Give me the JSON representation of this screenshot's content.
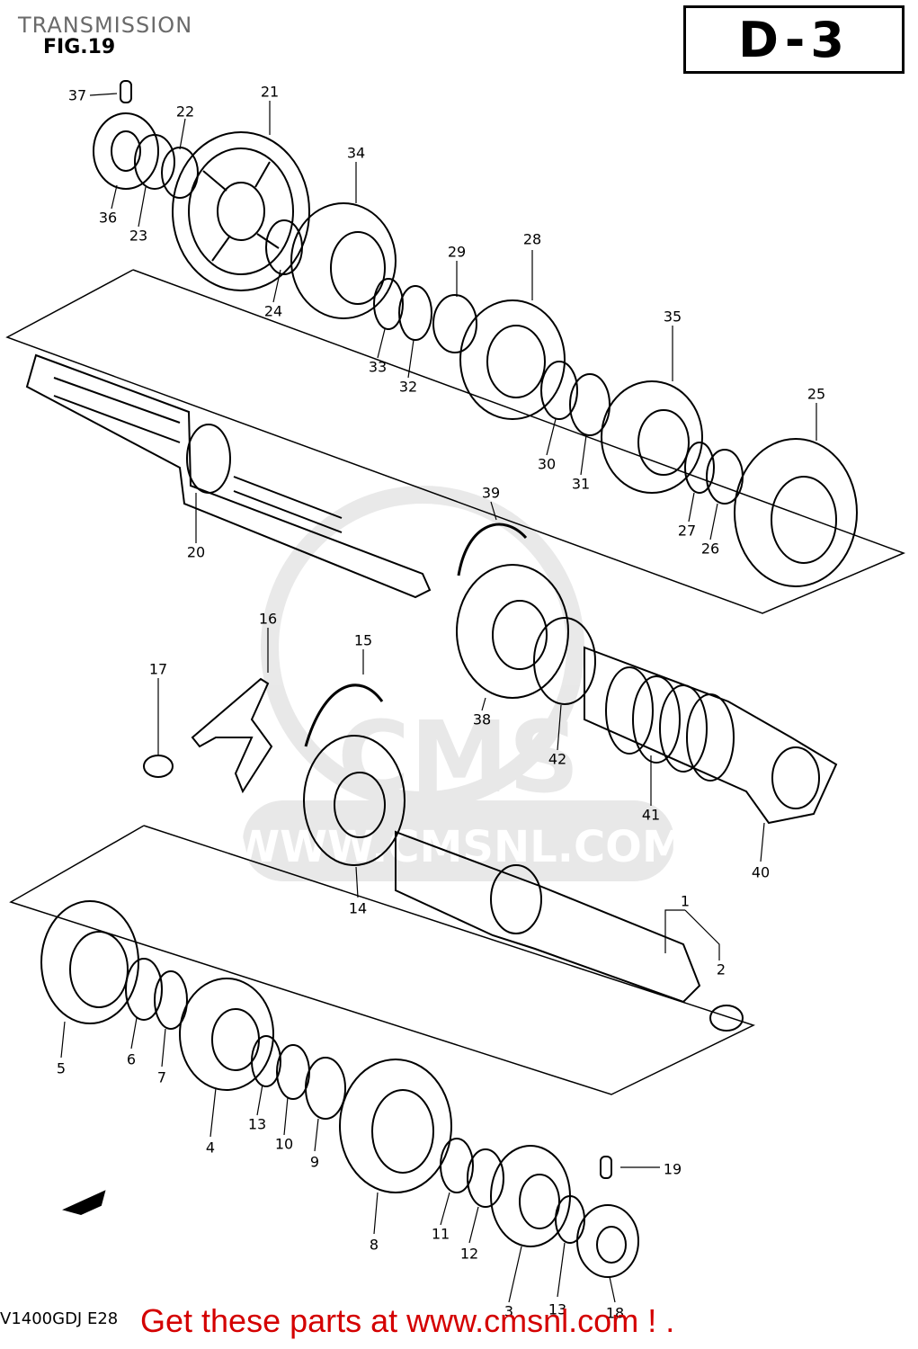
{
  "header": {
    "section_title": "TRANSMISSION",
    "figure_label": "FIG.19",
    "diagram_code": "D-3"
  },
  "watermark": {
    "brand": "CMS",
    "site": "WWW.CMSNL.COM"
  },
  "callouts": [
    "37",
    "22",
    "21",
    "36",
    "23",
    "34",
    "24",
    "29",
    "28",
    "33",
    "32",
    "35",
    "25",
    "30",
    "31",
    "27",
    "26",
    "20",
    "39",
    "16",
    "17",
    "15",
    "38",
    "42",
    "41",
    "40",
    "14",
    "1",
    "2",
    "5",
    "6",
    "7",
    "13",
    "10",
    "4",
    "9",
    "8",
    "11",
    "12",
    "19",
    "3",
    "13",
    "18"
  ],
  "footer": {
    "model_code": "V1400GDJ E28",
    "promo_text": "Get these parts at www.cmsnl.com ! ."
  }
}
